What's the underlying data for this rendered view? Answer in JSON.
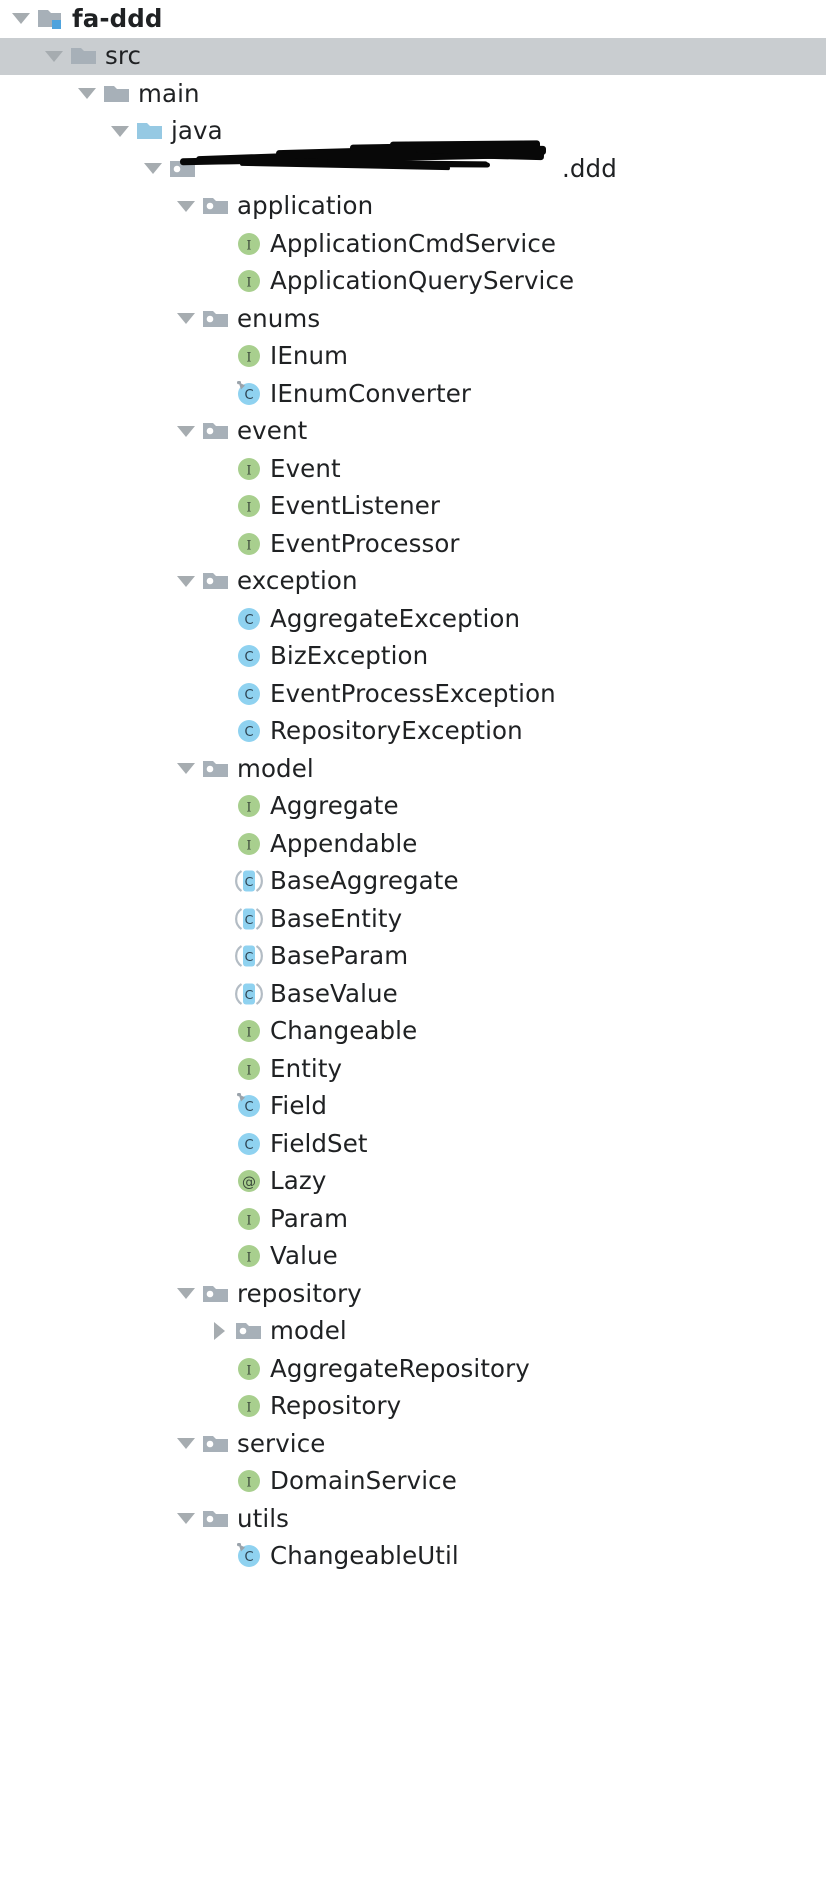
{
  "app": {
    "view": "project-tool-window",
    "theme_background": "#ffffff",
    "selection_color": "#c9cdd0",
    "text_color": "#1f2123",
    "interface_icon_color": "#a5cd8a",
    "class_icon_color": "#7fcbee",
    "folder_icon_color": "#a7b0b8",
    "source_folder_icon_color": "#8ecbe6"
  },
  "icons": {
    "module": "module-icon",
    "folder": "folder-icon",
    "source_root": "source-root-folder-icon",
    "package": "package-folder-icon",
    "interface": "interface-icon",
    "class": "class-icon",
    "abstract_class": "abstract-class-icon",
    "final_class": "final-class-icon",
    "annotation": "annotation-icon",
    "expanded": "chevron-down-icon",
    "collapsed": "chevron-right-icon"
  },
  "tree": {
    "redacted_suffix": ".ddd",
    "nodes": [
      {
        "label": "fa-ddd",
        "depth": 0,
        "icon": "module",
        "toggle": "expanded",
        "selected": false,
        "bold": true
      },
      {
        "label": "src",
        "depth": 1,
        "icon": "folder",
        "toggle": "expanded",
        "selected": true,
        "bold": false
      },
      {
        "label": "main",
        "depth": 2,
        "icon": "folder",
        "toggle": "expanded",
        "selected": false,
        "bold": false
      },
      {
        "label": "java",
        "depth": 3,
        "icon": "source_root",
        "toggle": "expanded",
        "selected": false,
        "bold": false
      },
      {
        "label": ".ddd",
        "depth": 4,
        "icon": "package",
        "toggle": "expanded",
        "selected": false,
        "bold": false,
        "redacted": true
      },
      {
        "label": "application",
        "depth": 5,
        "icon": "package",
        "toggle": "expanded",
        "selected": false,
        "bold": false
      },
      {
        "label": "ApplicationCmdService",
        "depth": 6,
        "icon": "interface",
        "toggle": "none",
        "selected": false,
        "bold": false
      },
      {
        "label": "ApplicationQueryService",
        "depth": 6,
        "icon": "interface",
        "toggle": "none",
        "selected": false,
        "bold": false
      },
      {
        "label": "enums",
        "depth": 5,
        "icon": "package",
        "toggle": "expanded",
        "selected": false,
        "bold": false
      },
      {
        "label": "IEnum",
        "depth": 6,
        "icon": "interface",
        "toggle": "none",
        "selected": false,
        "bold": false
      },
      {
        "label": "IEnumConverter",
        "depth": 6,
        "icon": "final_class",
        "toggle": "none",
        "selected": false,
        "bold": false
      },
      {
        "label": "event",
        "depth": 5,
        "icon": "package",
        "toggle": "expanded",
        "selected": false,
        "bold": false
      },
      {
        "label": "Event",
        "depth": 6,
        "icon": "interface",
        "toggle": "none",
        "selected": false,
        "bold": false
      },
      {
        "label": "EventListener",
        "depth": 6,
        "icon": "interface",
        "toggle": "none",
        "selected": false,
        "bold": false
      },
      {
        "label": "EventProcessor",
        "depth": 6,
        "icon": "interface",
        "toggle": "none",
        "selected": false,
        "bold": false
      },
      {
        "label": "exception",
        "depth": 5,
        "icon": "package",
        "toggle": "expanded",
        "selected": false,
        "bold": false
      },
      {
        "label": "AggregateException",
        "depth": 6,
        "icon": "class",
        "toggle": "none",
        "selected": false,
        "bold": false
      },
      {
        "label": "BizException",
        "depth": 6,
        "icon": "class",
        "toggle": "none",
        "selected": false,
        "bold": false
      },
      {
        "label": "EventProcessException",
        "depth": 6,
        "icon": "class",
        "toggle": "none",
        "selected": false,
        "bold": false
      },
      {
        "label": "RepositoryException",
        "depth": 6,
        "icon": "class",
        "toggle": "none",
        "selected": false,
        "bold": false
      },
      {
        "label": "model",
        "depth": 5,
        "icon": "package",
        "toggle": "expanded",
        "selected": false,
        "bold": false
      },
      {
        "label": "Aggregate",
        "depth": 6,
        "icon": "interface",
        "toggle": "none",
        "selected": false,
        "bold": false
      },
      {
        "label": "Appendable",
        "depth": 6,
        "icon": "interface",
        "toggle": "none",
        "selected": false,
        "bold": false
      },
      {
        "label": "BaseAggregate",
        "depth": 6,
        "icon": "abstract_class",
        "toggle": "none",
        "selected": false,
        "bold": false
      },
      {
        "label": "BaseEntity",
        "depth": 6,
        "icon": "abstract_class",
        "toggle": "none",
        "selected": false,
        "bold": false
      },
      {
        "label": "BaseParam",
        "depth": 6,
        "icon": "abstract_class",
        "toggle": "none",
        "selected": false,
        "bold": false
      },
      {
        "label": "BaseValue",
        "depth": 6,
        "icon": "abstract_class",
        "toggle": "none",
        "selected": false,
        "bold": false
      },
      {
        "label": "Changeable",
        "depth": 6,
        "icon": "interface",
        "toggle": "none",
        "selected": false,
        "bold": false
      },
      {
        "label": "Entity",
        "depth": 6,
        "icon": "interface",
        "toggle": "none",
        "selected": false,
        "bold": false
      },
      {
        "label": "Field",
        "depth": 6,
        "icon": "final_class",
        "toggle": "none",
        "selected": false,
        "bold": false
      },
      {
        "label": "FieldSet",
        "depth": 6,
        "icon": "class",
        "toggle": "none",
        "selected": false,
        "bold": false
      },
      {
        "label": "Lazy",
        "depth": 6,
        "icon": "annotation",
        "toggle": "none",
        "selected": false,
        "bold": false
      },
      {
        "label": "Param",
        "depth": 6,
        "icon": "interface",
        "toggle": "none",
        "selected": false,
        "bold": false
      },
      {
        "label": "Value",
        "depth": 6,
        "icon": "interface",
        "toggle": "none",
        "selected": false,
        "bold": false
      },
      {
        "label": "repository",
        "depth": 5,
        "icon": "package",
        "toggle": "expanded",
        "selected": false,
        "bold": false
      },
      {
        "label": "model",
        "depth": 6,
        "icon": "package",
        "toggle": "collapsed",
        "selected": false,
        "bold": false
      },
      {
        "label": "AggregateRepository",
        "depth": 6,
        "icon": "interface",
        "toggle": "none",
        "selected": false,
        "bold": false
      },
      {
        "label": "Repository",
        "depth": 6,
        "icon": "interface",
        "toggle": "none",
        "selected": false,
        "bold": false
      },
      {
        "label": "service",
        "depth": 5,
        "icon": "package",
        "toggle": "expanded",
        "selected": false,
        "bold": false
      },
      {
        "label": "DomainService",
        "depth": 6,
        "icon": "interface",
        "toggle": "none",
        "selected": false,
        "bold": false
      },
      {
        "label": "utils",
        "depth": 5,
        "icon": "package",
        "toggle": "expanded",
        "selected": false,
        "bold": false
      },
      {
        "label": "ChangeableUtil",
        "depth": 6,
        "icon": "final_class",
        "toggle": "none",
        "selected": false,
        "bold": false
      }
    ]
  }
}
